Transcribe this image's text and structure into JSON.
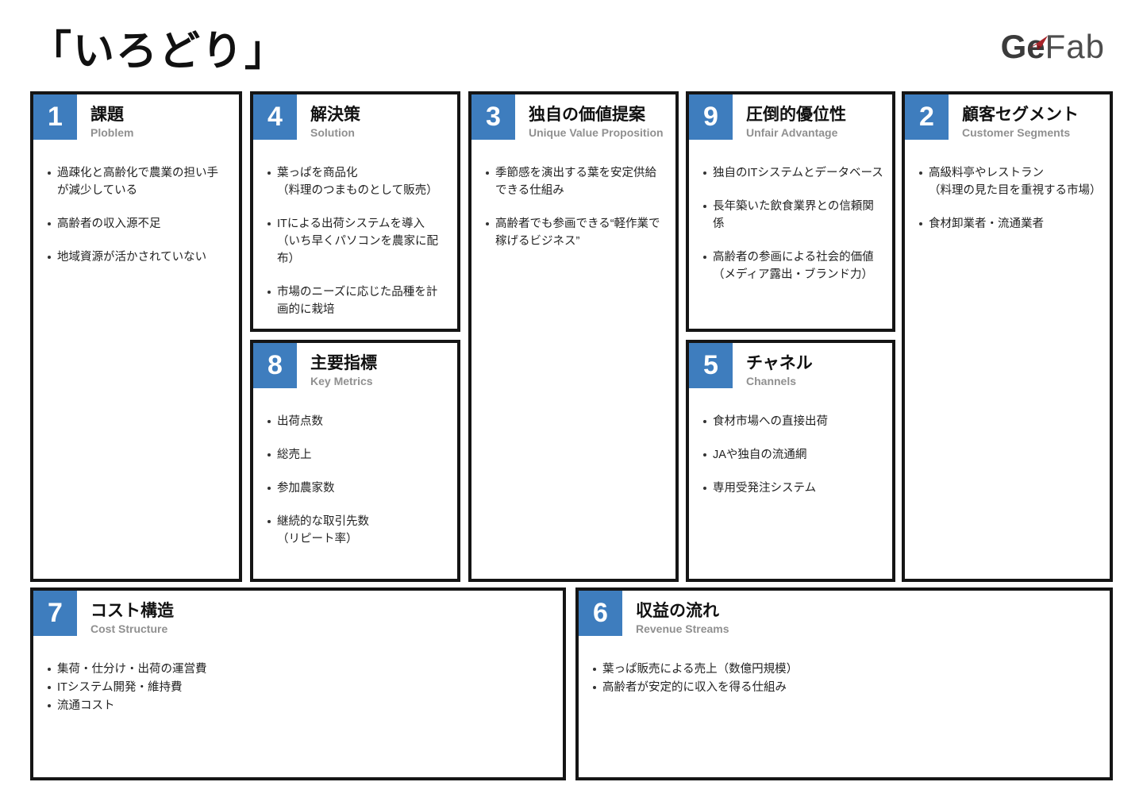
{
  "page_title": "「いろどり」",
  "logo": {
    "bold_part": "Ge",
    "light_part": "Fab",
    "icon": "paper-plane-icon"
  },
  "colors": {
    "accent_blue": "#3E7DBE",
    "logo_red": "#A8242A"
  },
  "blocks": [
    {
      "key": "problem",
      "number": "1",
      "title": "課題",
      "subtitle": "Ploblem",
      "items": [
        "過疎化と高齢化で農業の担い手\nが減少している",
        "高齢者の収入源不足",
        "地域資源が活かされていない"
      ]
    },
    {
      "key": "solution",
      "number": "4",
      "title": "解決策",
      "subtitle": "Solution",
      "items": [
        "葉っぱを商品化\n（料理のつまものとして販売）",
        "ITによる出荷システムを導入\n（いち早くパソコンを農家に配布）",
        "市場のニーズに応じた品種を計\n画的に栽培"
      ]
    },
    {
      "key": "uvp",
      "number": "3",
      "title": "独自の価値提案",
      "subtitle": "Unique Value Proposition",
      "items": [
        "季節感を演出する葉を安定供給\nできる仕組み",
        "高齢者でも参画できる“軽作業で\n稼げるビジネス”"
      ]
    },
    {
      "key": "unfair",
      "number": "9",
      "title": "圧倒的優位性",
      "subtitle": "Unfair Advantage",
      "items": [
        "独自のITシステムとデータベース",
        "長年築いた飲食業界との信頼関\n係",
        "高齢者の参画による社会的価値\n（メディア露出・ブランド力）"
      ]
    },
    {
      "key": "segments",
      "number": "2",
      "title": "顧客セグメント",
      "subtitle": "Customer Segments",
      "items": [
        "高級料亭やレストラン\n（料理の見た目を重視する市場）",
        "食材卸業者・流通業者"
      ]
    },
    {
      "key": "metrics",
      "number": "8",
      "title": "主要指標",
      "subtitle": "Key Metrics",
      "items": [
        "出荷点数",
        "総売上",
        "参加農家数",
        "継続的な取引先数\n（リピート率）"
      ]
    },
    {
      "key": "channels",
      "number": "5",
      "title": "チャネル",
      "subtitle": "Channels",
      "items": [
        "食材市場への直接出荷",
        "JAや独自の流通網",
        "専用受発注システム"
      ]
    },
    {
      "key": "cost",
      "number": "7",
      "title": "コスト構造",
      "subtitle": "Cost Structure",
      "items": [
        "集荷・仕分け・出荷の運営費",
        "ITシステム開発・維持費",
        "流通コスト"
      ]
    },
    {
      "key": "revenue",
      "number": "6",
      "title": "収益の流れ",
      "subtitle": "Revenue Streams",
      "items": [
        "葉っぱ販売による売上（数億円規模）",
        "高齢者が安定的に収入を得る仕組み"
      ]
    }
  ]
}
